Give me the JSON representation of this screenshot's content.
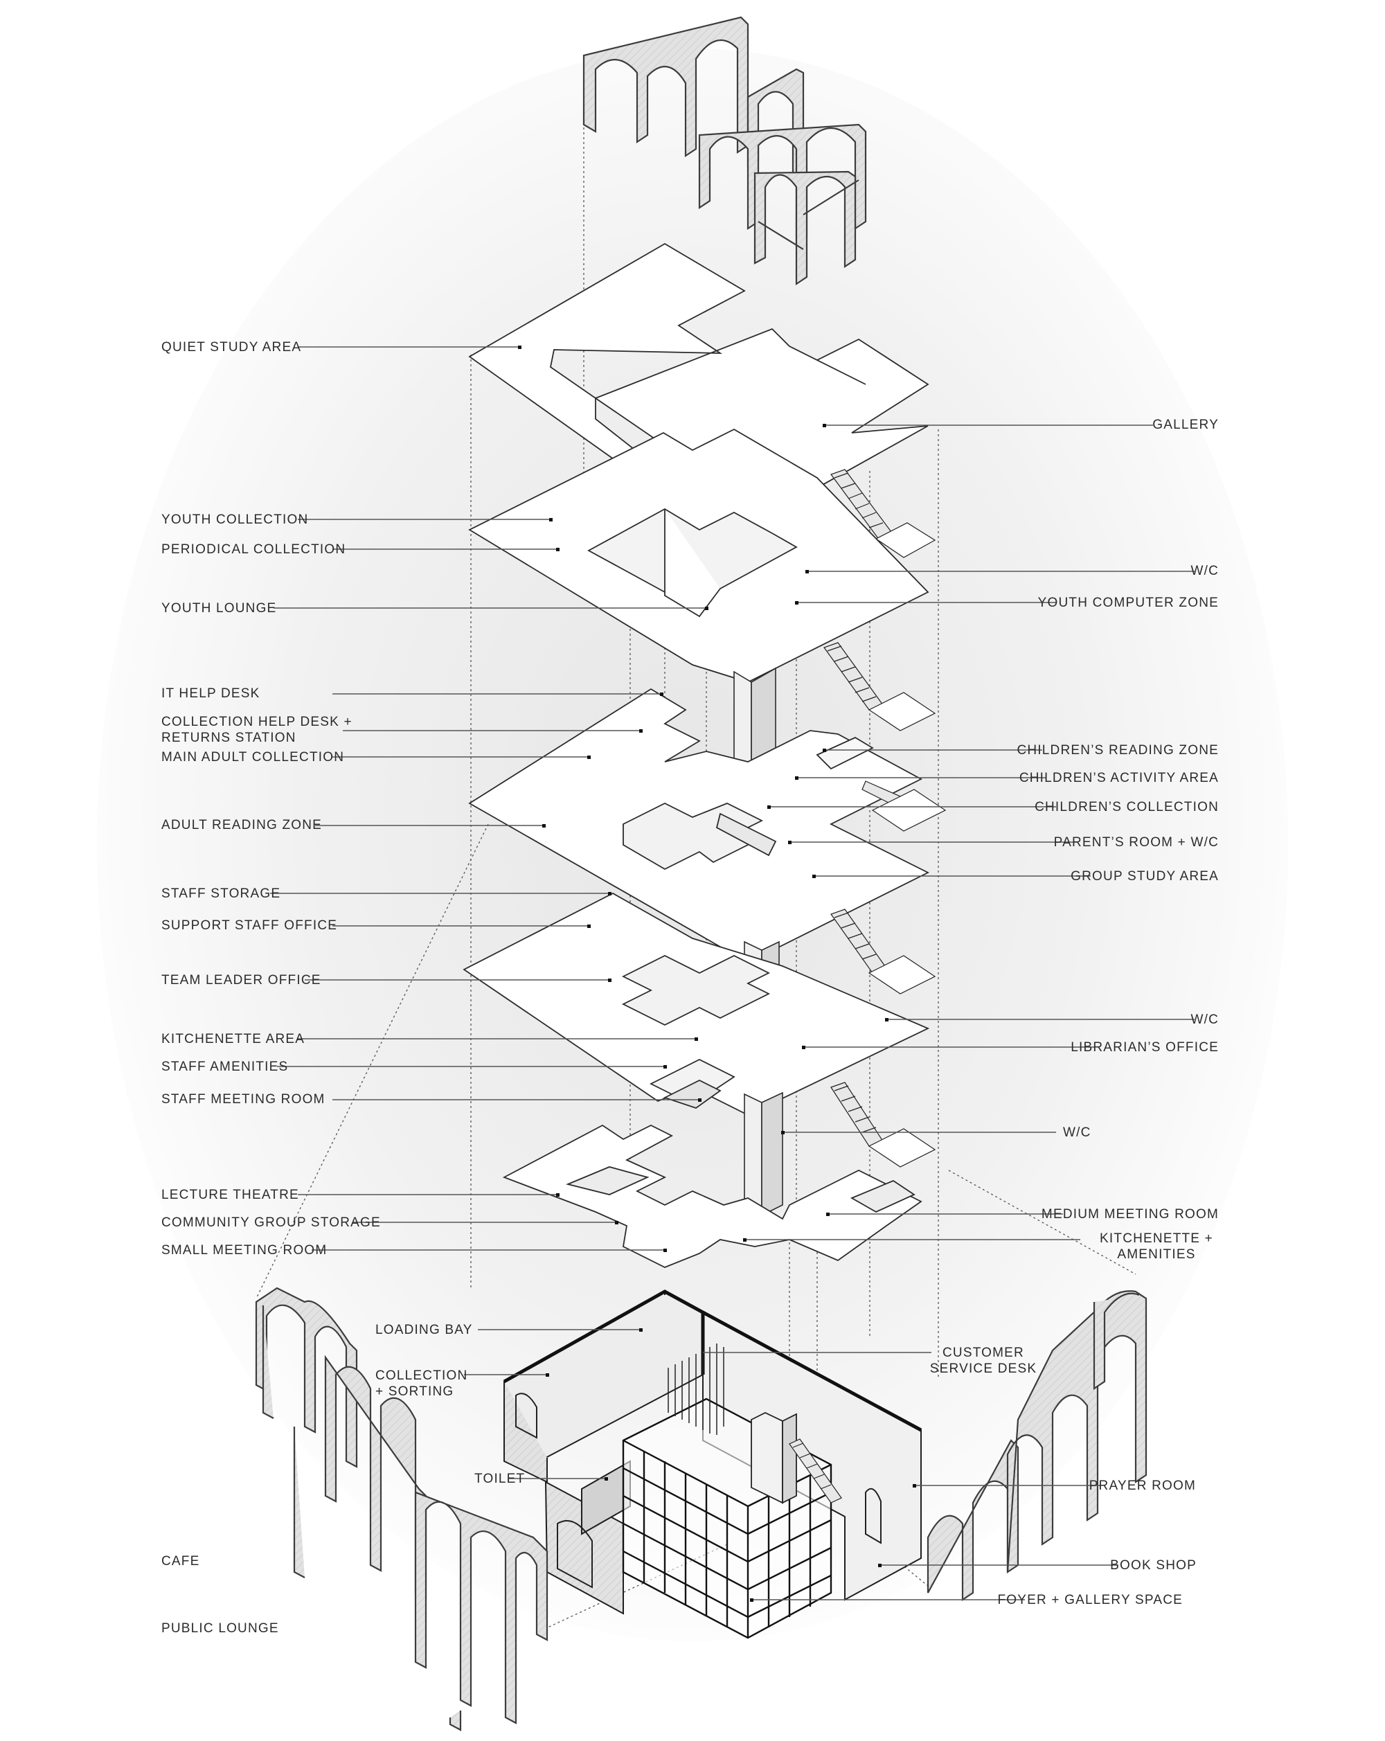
{
  "labels": {
    "quiet_study_area": "QUIET STUDY AREA",
    "gallery": "GALLERY",
    "youth_collection": "YOUTH COLLECTION",
    "periodical_collection": "PERIODICAL COLLECTION",
    "wc_level4": "W/C",
    "youth_lounge": "YOUTH LOUNGE",
    "youth_computer_zone": "YOUTH COMPUTER ZONE",
    "it_help_desk": "IT HELP DESK",
    "collection_help_desk": "COLLECTION HELP DESK +\nRETURNS STATION",
    "main_adult_collection": "MAIN ADULT COLLECTION",
    "childrens_reading_zone": "CHILDREN’S READING ZONE",
    "childrens_activity_area": "CHILDREN’S ACTIVITY AREA",
    "childrens_collection": "CHILDREN’S COLLECTION",
    "adult_reading_zone": "ADULT READING ZONE",
    "parents_room_wc": "PARENT’S ROOM + W/C",
    "group_study_area": "GROUP STUDY AREA",
    "staff_storage": "STAFF STORAGE",
    "support_staff_office": "SUPPORT STAFF OFFICE",
    "team_leader_office": "TEAM LEADER OFFICE",
    "wc_level2": "W/C",
    "kitchenette_area": "KITCHENETTE AREA",
    "librarians_office": "LIBRARIAN’S OFFICE",
    "staff_amenities": "STAFF AMENITIES",
    "staff_meeting_room": "STAFF MEETING ROOM",
    "wc_level1": "W/C",
    "lecture_theatre": "LECTURE THEATRE",
    "medium_meeting_room": "MEDIUM MEETING ROOM",
    "community_group_storage": "COMMUNITY GROUP STORAGE",
    "kitchenette_amenities": "KITCHENETTE +\nAMENITIES",
    "small_meeting_room": "SMALL MEETING ROOM",
    "loading_bay": "LOADING BAY",
    "customer_service_desk": "CUSTOMER\nSERVICE DESK",
    "collection_sorting": "COLLECTION\n+ SORTING",
    "toilet": "TOILET",
    "prayer_room": "PRAYER ROOM",
    "cafe": "CAFE",
    "book_shop": "BOOK SHOP",
    "public_lounge": "PUBLIC LOUNGE",
    "foyer_gallery_space": "FOYER + GALLERY SPACE"
  }
}
